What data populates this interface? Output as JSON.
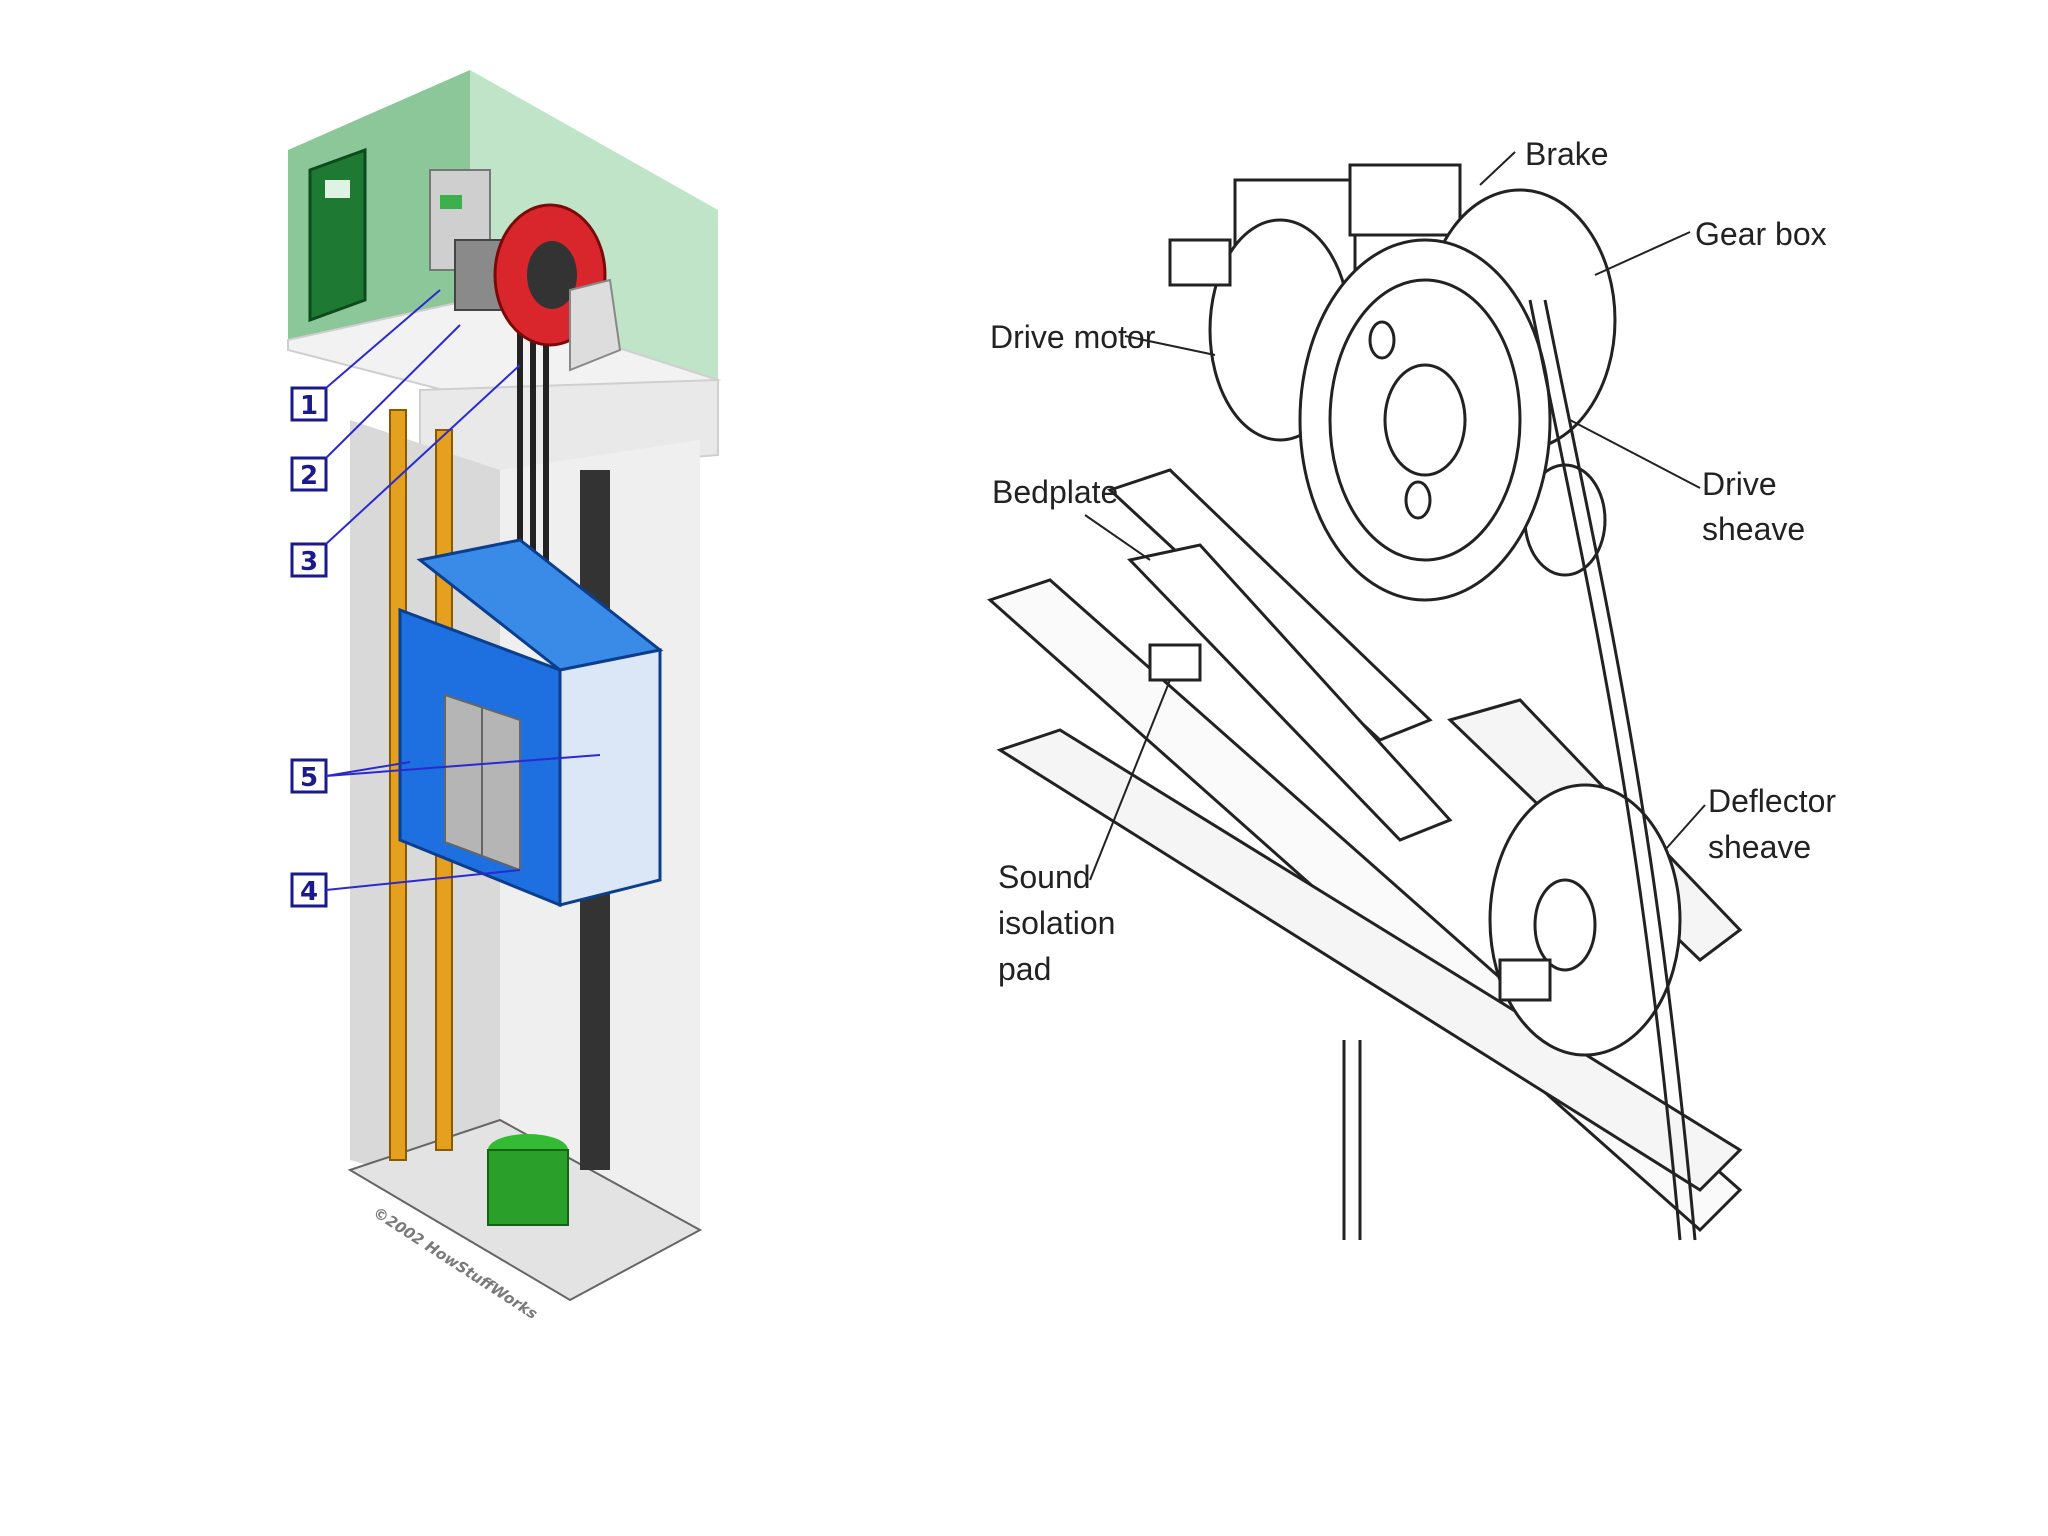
{
  "left": {
    "callouts": [
      "1",
      "2",
      "3",
      "5",
      "4"
    ],
    "copyright": "©2002 HowStuffWorks",
    "colors": {
      "wall": "#a8d7b5",
      "car": "#1e6fe0",
      "sheave": "#d8262c",
      "buffer": "#2aa02a",
      "rail": "#e6a020"
    }
  },
  "right": {
    "labels": {
      "brake": "Brake",
      "gearbox": "Gear box",
      "drive_motor": "Drive motor",
      "bedplate": "Bedplate",
      "drive_sheave_1": "Drive",
      "drive_sheave_2": "sheave",
      "deflector_sheave_1": "Deflector",
      "deflector_sheave_2": "sheave",
      "sound_1": "Sound",
      "sound_2": "isolation",
      "sound_3": "pad"
    }
  }
}
